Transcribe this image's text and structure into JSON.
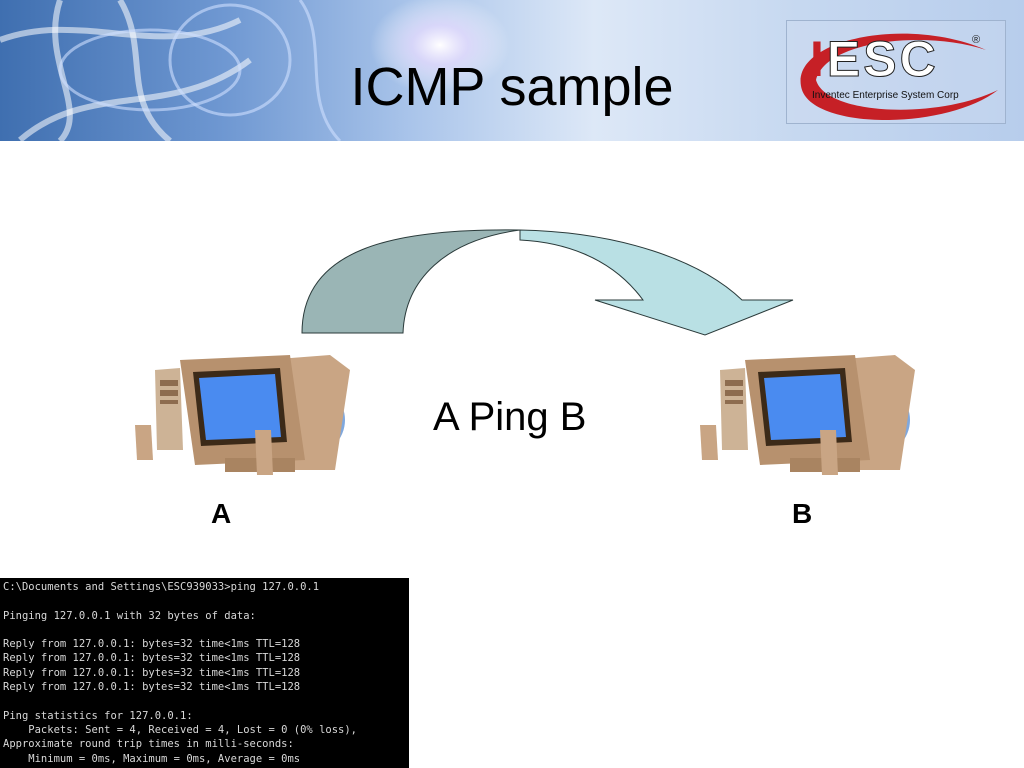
{
  "slide": {
    "title": "ICMP sample"
  },
  "logo": {
    "name": "IESC",
    "subtitle": "Inventec Enterprise System Corp",
    "registered": "®"
  },
  "diagram": {
    "center_label": "A Ping B",
    "node_a": "A",
    "node_b": "B",
    "colors": {
      "arrow_dark": "#9ab5b5",
      "arrow_light": "#b9e0e4",
      "screen": "#4a8bf0",
      "case": "#c9a584"
    }
  },
  "terminal": {
    "lines": [
      "C:\\Documents and Settings\\ESC939033>ping 127.0.0.1",
      "",
      "Pinging 127.0.0.1 with 32 bytes of data:",
      "",
      "Reply from 127.0.0.1: bytes=32 time<1ms TTL=128",
      "Reply from 127.0.0.1: bytes=32 time<1ms TTL=128",
      "Reply from 127.0.0.1: bytes=32 time<1ms TTL=128",
      "Reply from 127.0.0.1: bytes=32 time<1ms TTL=128",
      "",
      "Ping statistics for 127.0.0.1:",
      "    Packets: Sent = 4, Received = 4, Lost = 0 (0% loss),",
      "Approximate round trip times in milli-seconds:",
      "    Minimum = 0ms, Maximum = 0ms, Average = 0ms"
    ]
  }
}
